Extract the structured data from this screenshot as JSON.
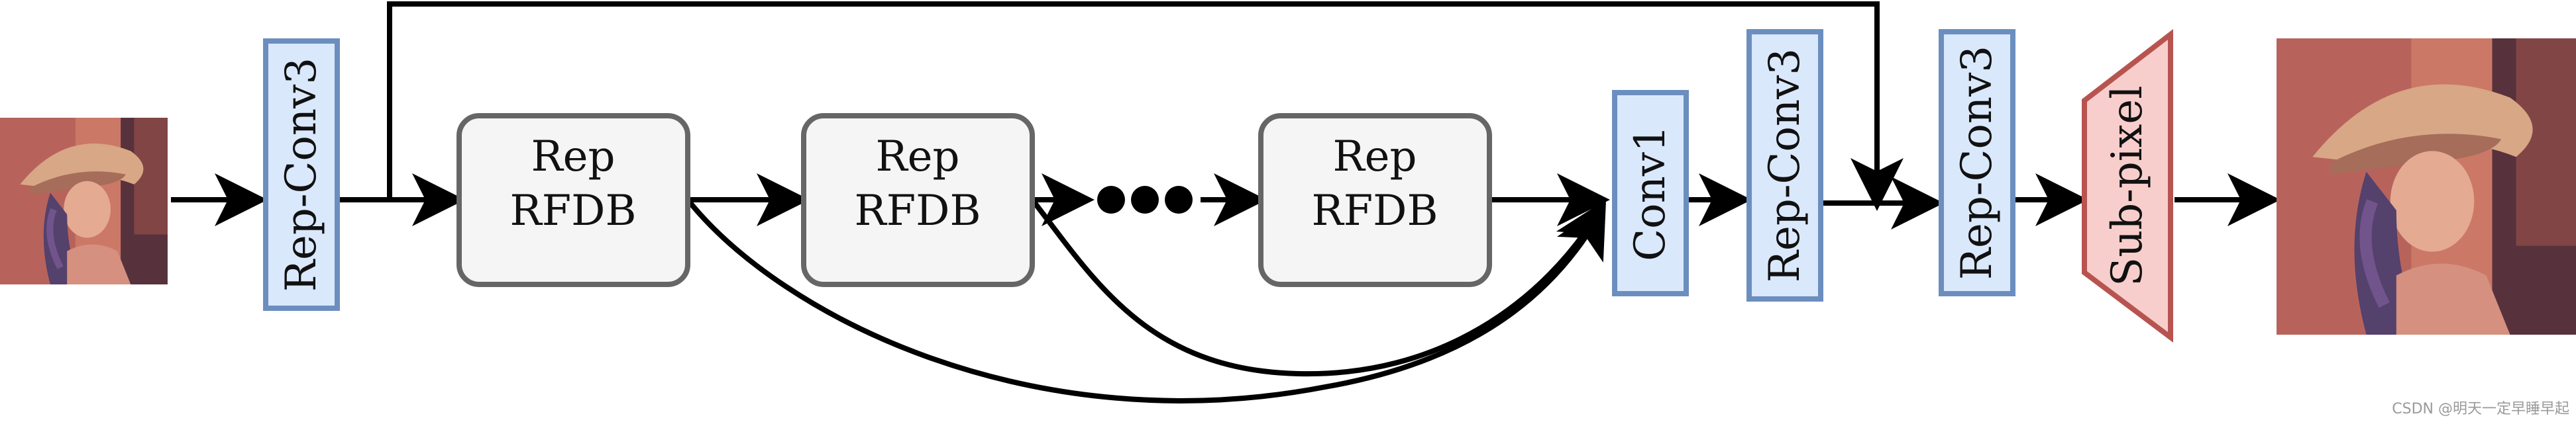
{
  "blocks": {
    "rep_conv3_in": "Rep-Conv3",
    "rfdb_1": [
      "Rep",
      "RFDB"
    ],
    "rfdb_2": [
      "Rep",
      "RFDB"
    ],
    "rfdb_3": [
      "Rep",
      "RFDB"
    ],
    "conv1": "Conv1",
    "rep_conv3_mid": "Rep-Conv3",
    "rep_conv3_out": "Rep-Conv3",
    "subpixel": "Sub-pixel"
  },
  "images": {
    "input": "low-resolution-portrait",
    "output": "high-resolution-portrait"
  },
  "watermark": "CSDN @明天一定早睡早起",
  "colors": {
    "conv_fill": "#dae8fc",
    "conv_stroke": "#6c8ebf",
    "rfdb_fill": "#f5f5f5",
    "rfdb_stroke": "#666666",
    "subpixel_fill": "#f8cecc",
    "subpixel_stroke": "#b85450",
    "arrow": "#000000"
  }
}
